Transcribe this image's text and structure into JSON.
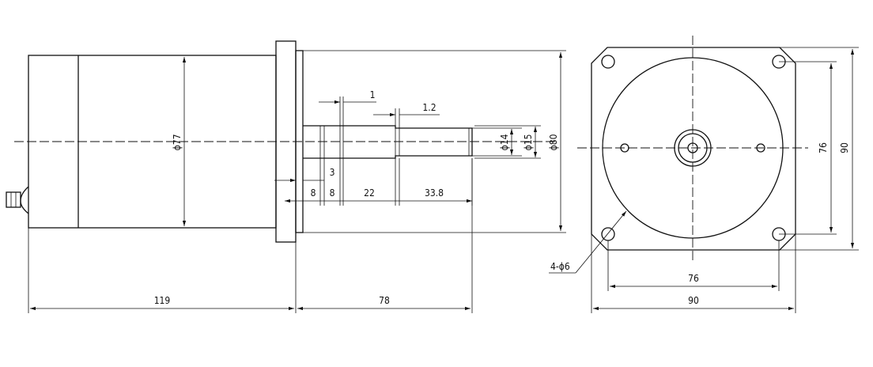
{
  "dimensions": {
    "body_diameter": "ϕ77",
    "front_diameter": "ϕ80",
    "shaft_diameter_14": "ϕ14",
    "shaft_diameter_15": "ϕ15",
    "step_1": "1",
    "step_1_2": "1.2",
    "step_3": "3",
    "len_8a": "8",
    "len_8b": "8",
    "len_22": "22",
    "len_33_8": "33.8",
    "body_length": "119",
    "shaft_length": "78",
    "hole_spacing_v": "76",
    "flange_height": "90",
    "hole_spacing_h": "76",
    "flange_width": "90",
    "holes_label": "4-ϕ6"
  },
  "colors": {
    "line": "#111111",
    "background": "#ffffff"
  }
}
